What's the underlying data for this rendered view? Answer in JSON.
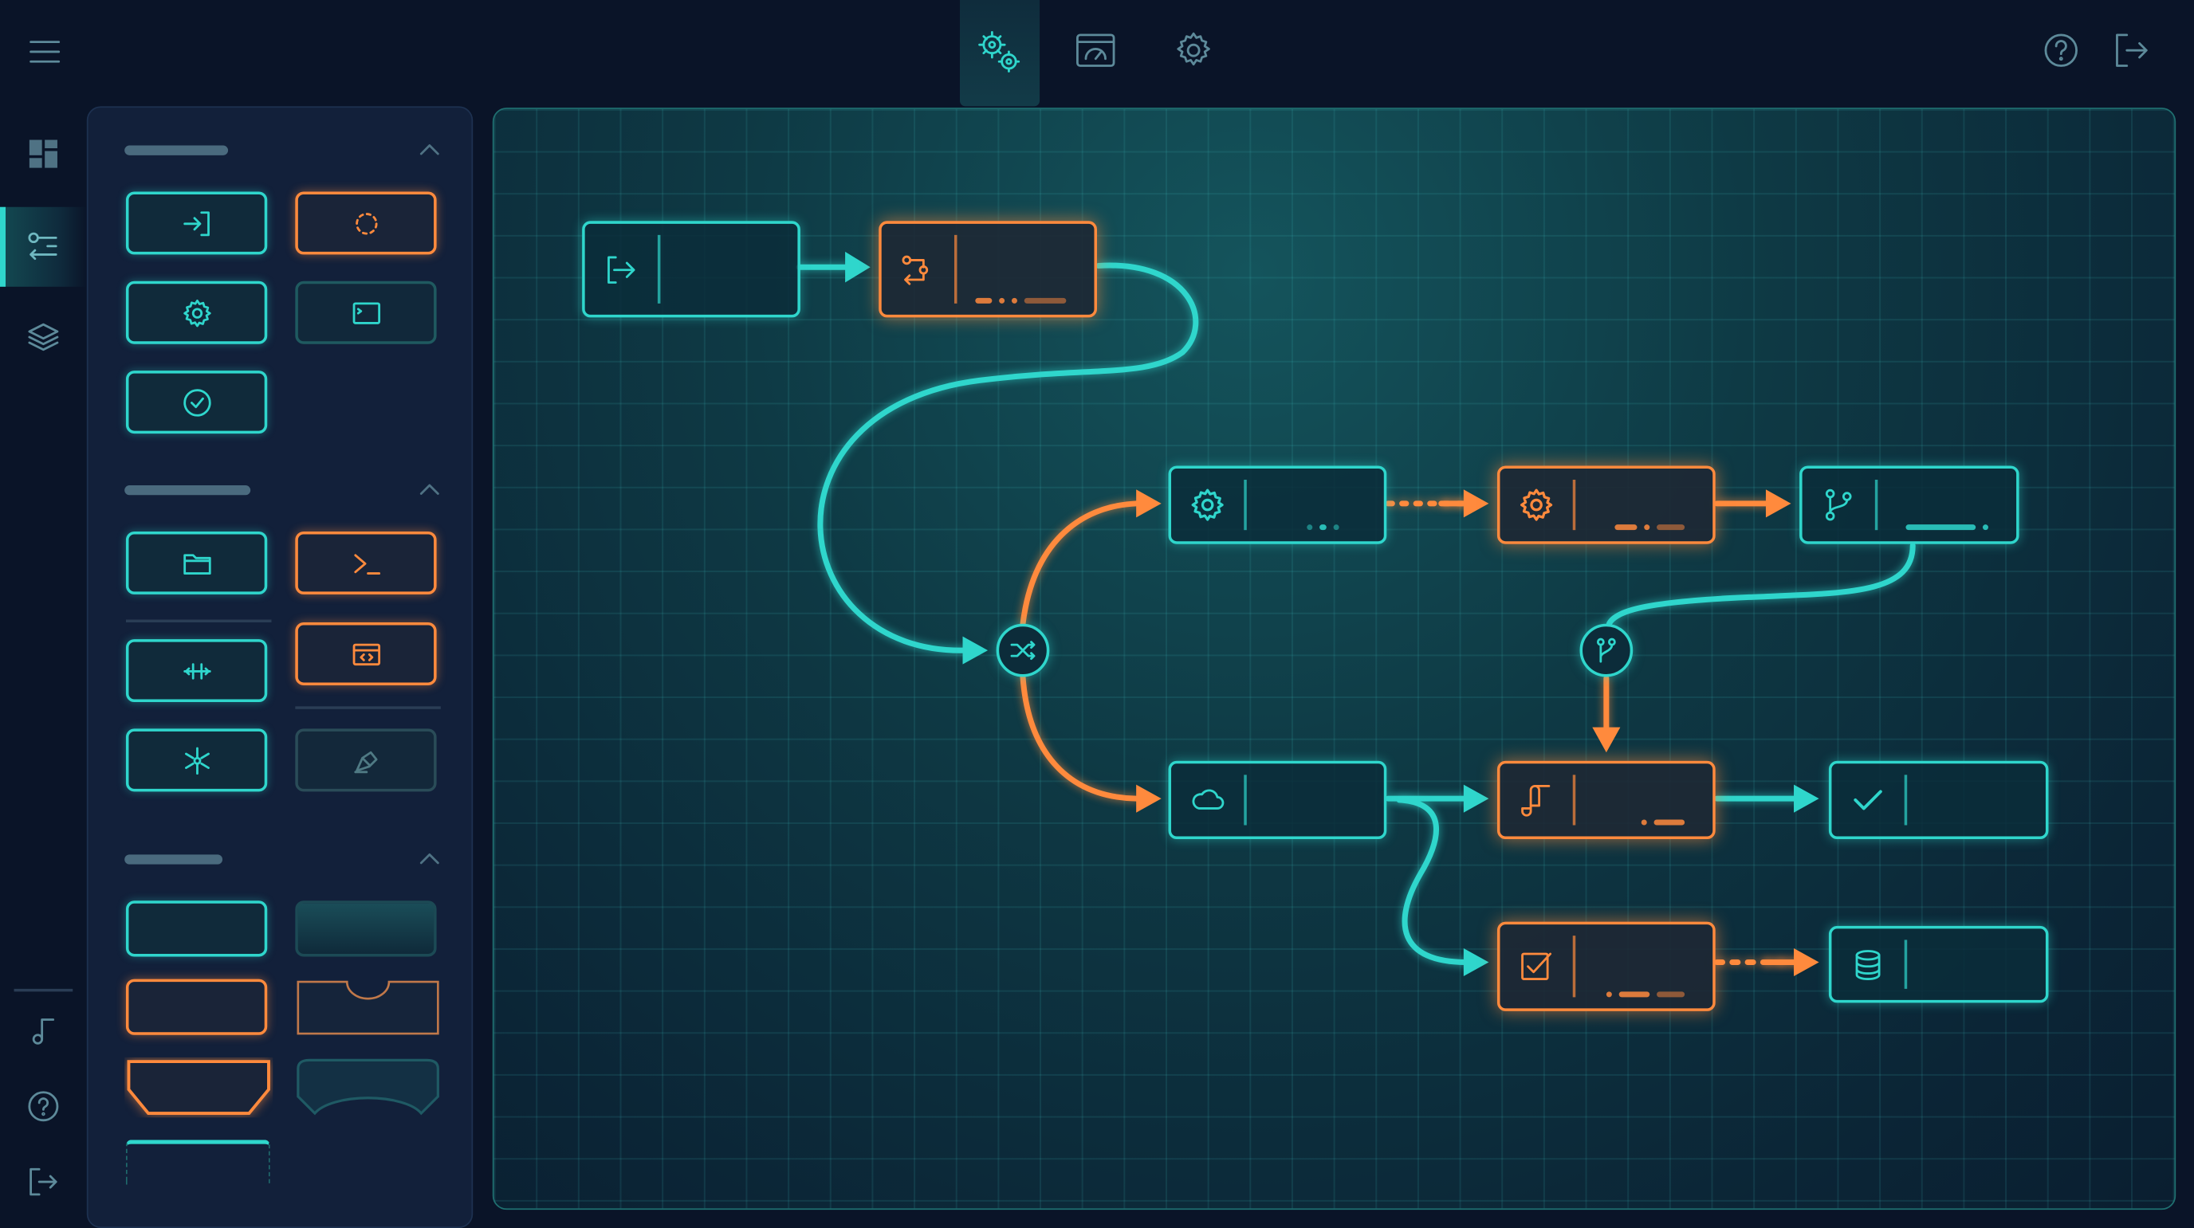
{
  "colors": {
    "background": "#0a1428",
    "panel": "#12203a",
    "accent_teal": "#2fd6cc",
    "accent_orange": "#ff8a3d",
    "grid": "#1f6f70"
  },
  "topbar": {
    "left_icon": "hamburger-menu-icon",
    "center_tabs": [
      {
        "icon": "workflow-gears-icon",
        "active": true
      },
      {
        "icon": "dashboard-gauge-icon",
        "active": false
      },
      {
        "icon": "settings-gear-icon",
        "active": false
      }
    ],
    "right_icons": [
      "help-icon",
      "logout-icon"
    ]
  },
  "rail": {
    "items": [
      {
        "icon": "dashboard-grid-icon",
        "active": false
      },
      {
        "icon": "node-palette-icon",
        "active": true
      },
      {
        "icon": "layers-icon",
        "active": false
      }
    ],
    "bottom": [
      "music-note-icon",
      "help-icon",
      "logout-icon"
    ]
  },
  "palette": {
    "sections": [
      {
        "expanded": true,
        "items": [
          {
            "icon": "input-icon",
            "style": "teal"
          },
          {
            "icon": "loop-icon",
            "style": "orange"
          },
          {
            "icon": "gear-icon",
            "style": "teal"
          },
          {
            "icon": "terminal-window-icon",
            "style": "teal-dim"
          },
          {
            "icon": "check-circle-icon",
            "style": "teal"
          }
        ]
      },
      {
        "expanded": true,
        "items": [
          {
            "icon": "folder-icon",
            "style": "teal"
          },
          {
            "icon": "terminal-prompt-icon",
            "style": "orange"
          },
          {
            "icon": "split-merge-icon",
            "style": "teal"
          },
          {
            "icon": "code-window-icon",
            "style": "orange"
          },
          {
            "icon": "asterisk-icon",
            "style": "teal"
          },
          {
            "icon": "pen-tool-icon",
            "style": "disabled"
          }
        ]
      },
      {
        "expanded": true,
        "items": [
          "rectangle-teal",
          "rectangle-glow",
          "rectangle-orange",
          "notch-top",
          "hexagon-orange",
          "arc-bottom",
          "dashed-rectangle"
        ]
      }
    ]
  },
  "canvas": {
    "nodes": [
      {
        "id": "n1",
        "icon": "exit-icon",
        "style": "teal"
      },
      {
        "id": "n2",
        "icon": "branch-return-icon",
        "style": "orange"
      },
      {
        "id": "n3",
        "icon": "gear-icon",
        "style": "teal"
      },
      {
        "id": "n4",
        "icon": "gear-icon",
        "style": "orange"
      },
      {
        "id": "n5",
        "icon": "git-branch-icon",
        "style": "teal"
      },
      {
        "id": "n6",
        "icon": "cloud-icon",
        "style": "teal"
      },
      {
        "id": "n7",
        "icon": "script-icon",
        "style": "orange"
      },
      {
        "id": "n8",
        "icon": "check-icon",
        "style": "teal"
      },
      {
        "id": "n9",
        "icon": "checkbox-icon",
        "style": "orange"
      },
      {
        "id": "n10",
        "icon": "database-icon",
        "style": "teal"
      }
    ],
    "junctions": [
      {
        "icon": "shuffle-icon"
      },
      {
        "icon": "git-merge-icon"
      }
    ],
    "edges": [
      [
        "n1",
        "n2"
      ],
      [
        "n2",
        "shuffle"
      ],
      [
        "shuffle",
        "n3"
      ],
      [
        "shuffle",
        "n6"
      ],
      [
        "n3",
        "n4"
      ],
      [
        "n4",
        "n5"
      ],
      [
        "n5",
        "merge"
      ],
      [
        "merge",
        "n7"
      ],
      [
        "n6",
        "n7"
      ],
      [
        "n6",
        "n9"
      ],
      [
        "n7",
        "n8"
      ],
      [
        "n9",
        "n10"
      ]
    ]
  }
}
